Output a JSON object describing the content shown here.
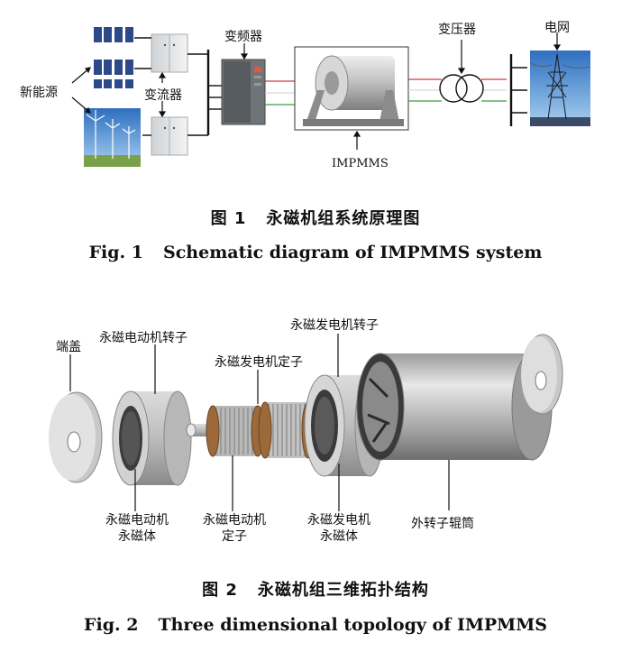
{
  "figure1": {
    "labels": {
      "new_energy": "新能源",
      "converter": "变流器",
      "inverter": "变频器",
      "transformer": "变压器",
      "grid": "电网",
      "impmms": "IMPMMS"
    },
    "caption_cn_num": "图 1",
    "caption_cn_text": "永磁机组系统原理图",
    "caption_en_num": "Fig. 1",
    "caption_en_text": "Schematic diagram of IMPMMS system"
  },
  "figure2": {
    "labels": {
      "end_cover": "端盖",
      "motor_rotor": "永磁电动机转子",
      "gen_stator": "永磁发电机定子",
      "gen_rotor": "永磁发电机转子",
      "motor_magnet_line1": "永磁电动机",
      "motor_magnet_line2": "永磁体",
      "motor_stator_line1": "永磁电动机",
      "motor_stator_line2": "定子",
      "gen_magnet_line1": "永磁发电机",
      "gen_magnet_line2": "永磁体",
      "outer_drum": "外转子辊筒"
    },
    "caption_cn_num": "图 2",
    "caption_cn_text": "永磁机组三维拓扑结构",
    "caption_en_num": "Fig. 2",
    "caption_en_text": "Three dimensional topology of IMPMMS"
  }
}
